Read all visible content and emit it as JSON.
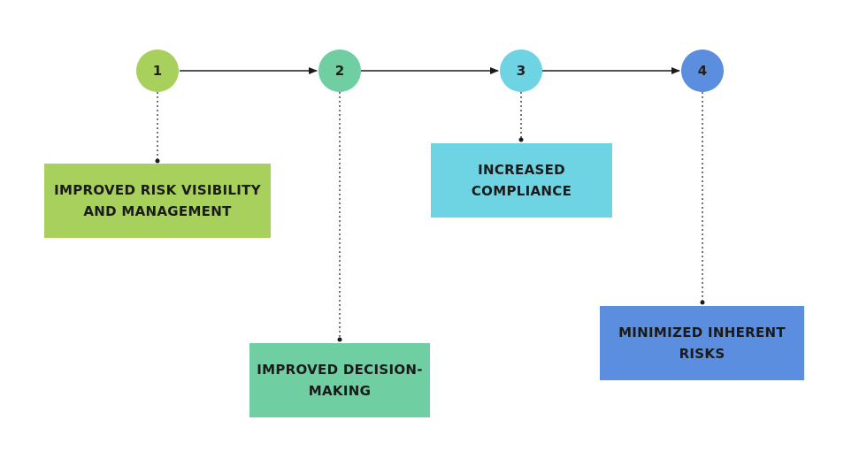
{
  "steps": [
    {
      "number": "1",
      "label": "IMPROVED RISK VISIBILITY AND MANAGEMENT",
      "color": "#a7d15c"
    },
    {
      "number": "2",
      "label": "IMPROVED DECISION-MAKING",
      "color": "#6fcfa3"
    },
    {
      "number": "3",
      "label": "INCREASED COMPLIANCE",
      "color": "#6ed3e2"
    },
    {
      "number": "4",
      "label": "MINIMIZED INHERENT RISKS",
      "color": "#5b8ede"
    }
  ]
}
